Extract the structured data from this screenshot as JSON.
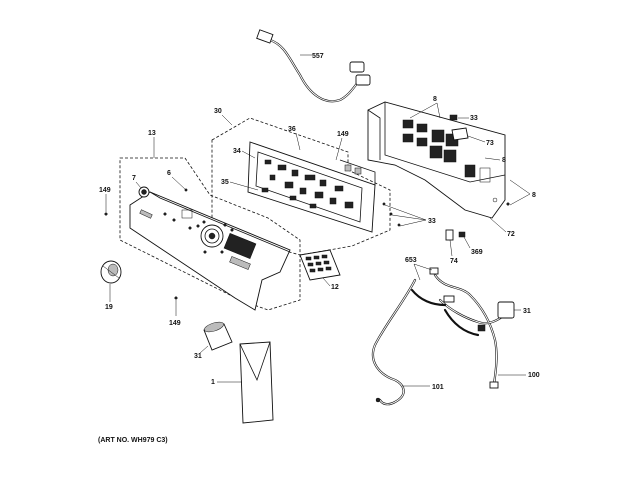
{
  "callouts": {
    "c557": "557",
    "c8a": "8",
    "c33a": "33",
    "c73": "73",
    "c8b": "8",
    "c8c": "8",
    "c30": "30",
    "c149a": "149",
    "c36": "36",
    "c13": "13",
    "c34": "34",
    "c7": "7",
    "c6": "6",
    "c35": "35",
    "c149b": "149",
    "c33b": "33",
    "c72": "72",
    "c74": "74",
    "c369": "369",
    "c653": "653",
    "c12": "12",
    "c19": "19",
    "c149c": "149",
    "c31a": "31",
    "c31b": "31",
    "c100": "100",
    "c1": "1",
    "c101": "101"
  },
  "footer": {
    "art_no": "(ART NO. WH979 C3)"
  }
}
